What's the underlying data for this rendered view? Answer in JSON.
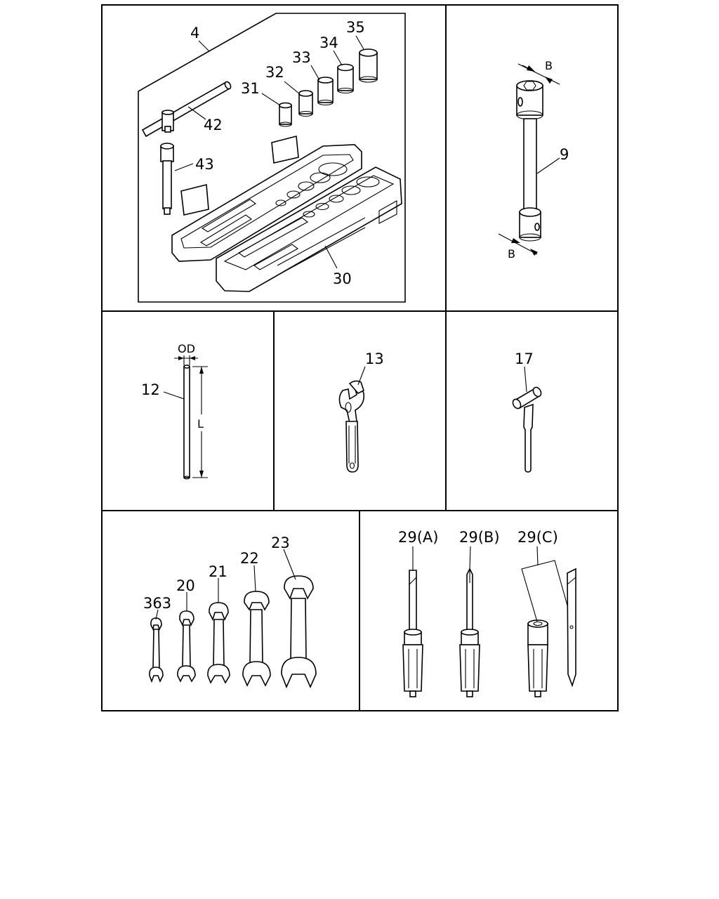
{
  "labels": {
    "tool_kit": "4",
    "case": "30",
    "socket_31": "31",
    "socket_32": "32",
    "socket_33": "33",
    "socket_34": "34",
    "socket_35": "35",
    "t_handle": "42",
    "extension": "43",
    "box_wrench": "9",
    "box_dim_top": "B",
    "box_dim_bottom": "B",
    "bar": "12",
    "bar_od": "OD",
    "bar_length": "L",
    "adjustable_wrench": "13",
    "hammer": "17",
    "wrench_363": "363",
    "wrench_20": "20",
    "wrench_21": "21",
    "wrench_22": "22",
    "wrench_23": "23",
    "driver_a": "29(A)",
    "driver_b": "29(B)",
    "driver_c": "29(C)"
  }
}
